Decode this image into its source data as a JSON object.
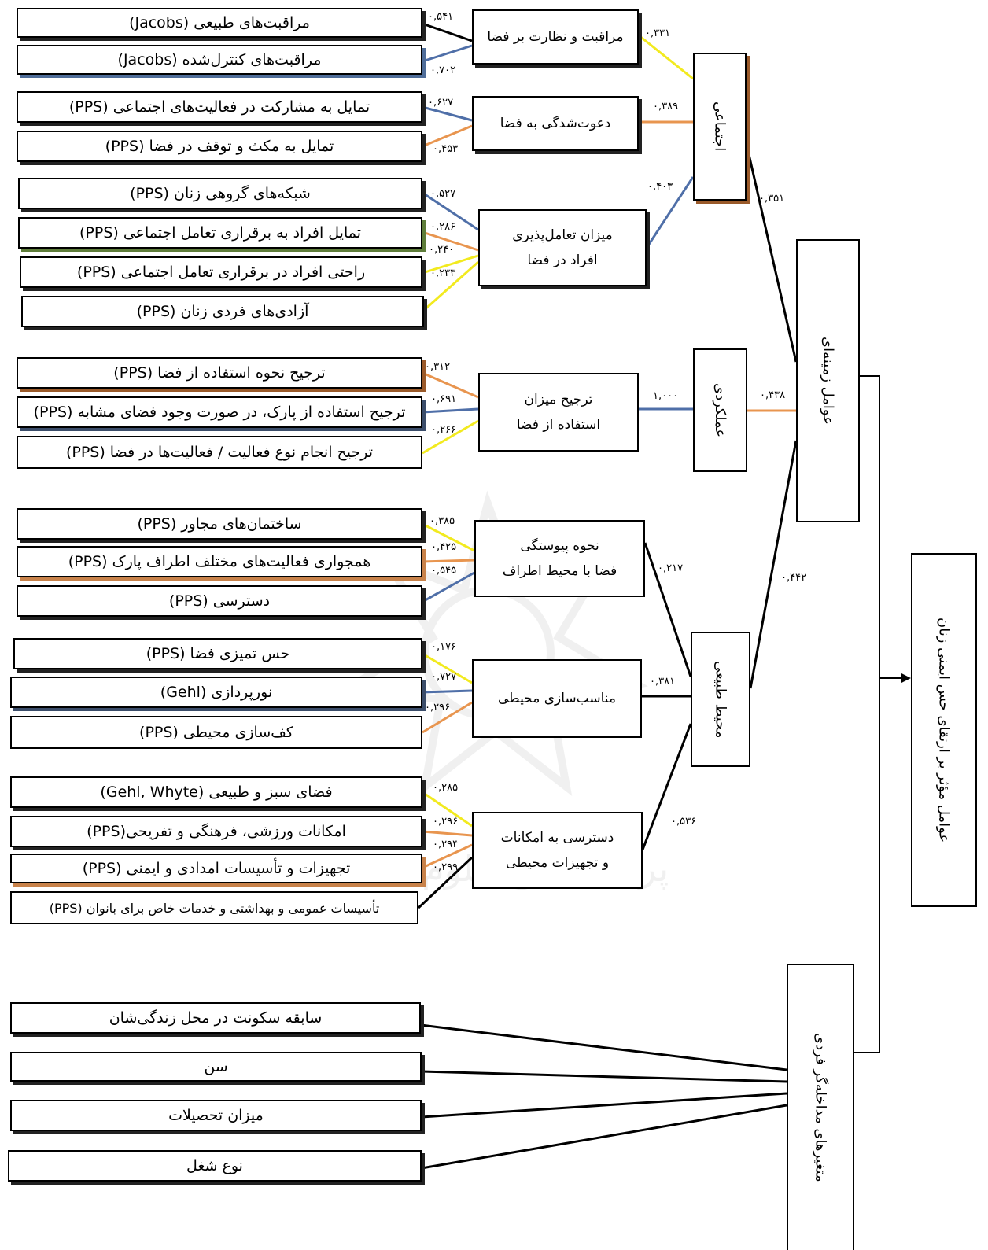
{
  "title_box": "عوامل مؤثر بر ارتقای حس ایمنی زنان",
  "main_factor": "عوامل زمینه‌ای",
  "intervening": "متغیرهای مداخله‌گر فردی",
  "dimensions": {
    "social": "اجتماعی",
    "functional": "عملکردی",
    "natural": "محیط طبیعی"
  },
  "subfactors": {
    "care": "مراقبت و نظارت بر فضا",
    "invited": "دعوت‌شدگی به فضا",
    "interact_1": "میزان تعامل‌پذیری",
    "interact_2": "افراد در فضا",
    "pref_1": "ترجیح میزان",
    "pref_2": "استفاده از فضا",
    "connect_1": "نحوه پیوستگی",
    "connect_2": "فضا با محیط اطراف",
    "env": "مناسب‌سازی محیطی",
    "access_1": "دسترسی به امکانات",
    "access_2": "و تجهیزات محیطی"
  },
  "indicators": {
    "i1": "مراقبت‌های طبیعی (Jacobs)",
    "i2": "مراقبت‌های کنترل‌شده (Jacobs)",
    "i3": "تمایل به مشارکت در فعالیت‌های اجتماعی (PPS)",
    "i4": "تمایل به مکث و توقف در فضا (PPS)",
    "i5": "شبکه‌های گروهی زنان (PPS)",
    "i6": "تمایل افراد به برقراری تعامل اجتماعی (PPS)",
    "i7": "راحتی افراد در برقراری تعامل اجتماعی (PPS)",
    "i8": "آزادی‌های فردی زنان (PPS)",
    "i9": "ترجیح نحوه استفاده از فضا (PPS)",
    "i10": "ترجیح استفاده از پارک، در صورت وجود فضای مشابه (PPS)",
    "i11": "ترجیح انجام نوع فعالیت / فعالیت‌ها در فضا (PPS)",
    "i12": "ساختمان‌های مجاور (PPS)",
    "i13": "همجواری فعالیت‌های مختلف اطراف پارک (PPS)",
    "i14": "دسترسی (PPS)",
    "i15": "حس تمیزی فضا (PPS)",
    "i16": "نورپردازی (Gehl)",
    "i17": "کف‌سازی محیطی (PPS)",
    "i18": "فضای سبز و طبیعی (Gehl, Whyte)",
    "i19": "امکانات ورزشی، فرهنگی و تفریحی(PPS)",
    "i20": "تجهیزات و تأسیسات امدادی و ایمنی (PPS)",
    "i21": "تأسیسات عمومی و بهداشتی و خدمات خاص برای بانوان (PPS)"
  },
  "personal_vars": {
    "p1": "سابقه سکونت در محل زندگی‌شان",
    "p2": "سن",
    "p3": "میزان تحصیلات",
    "p4": "نوع شغل"
  },
  "coefficients": {
    "c_i1": "۰,۵۴۱",
    "c_i2": "۰,۷۰۲",
    "c_care": "۰,۳۳۱",
    "c_i3": "۰,۶۲۷",
    "c_i4": "۰,۴۵۳",
    "c_invited": "۰,۳۸۹",
    "c_i5": "۰,۵۲۷",
    "c_i6": "۰,۲۸۶",
    "c_i7": "۰,۲۴۰",
    "c_i8": "۰,۲۳۳",
    "c_interact": "۰,۴۰۳",
    "c_social": "۰,۳۵۱",
    "c_i9": "۰,۳۱۲",
    "c_i10": "۰,۶۹۱",
    "c_i11": "۰,۲۶۶",
    "c_pref": "۱,۰۰۰",
    "c_functional": "۰,۴۳۸",
    "c_i12": "۰,۳۸۵",
    "c_i13": "۰,۴۲۵",
    "c_i14": "۰,۵۴۵",
    "c_connect": "۰,۲۱۷",
    "c_i15": "۰,۱۷۶",
    "c_i16": "۰,۷۲۷",
    "c_i17": "۰,۲۹۶",
    "c_env": "۰,۳۸۱",
    "c_natural": "۰,۴۴۲",
    "c_i18": "۰,۲۸۵",
    "c_i19": "۰,۲۹۶",
    "c_i20": "۰,۲۹۴",
    "c_i21": "۰,۲۹۹",
    "c_access": "۰,۵۳۶"
  },
  "colors": {
    "black": "#000000",
    "yellow": "#f2ea1f",
    "orange": "#e8954f",
    "blue": "#4f6fa8"
  },
  "watermark": "پرتال جامع علوم انسانی"
}
